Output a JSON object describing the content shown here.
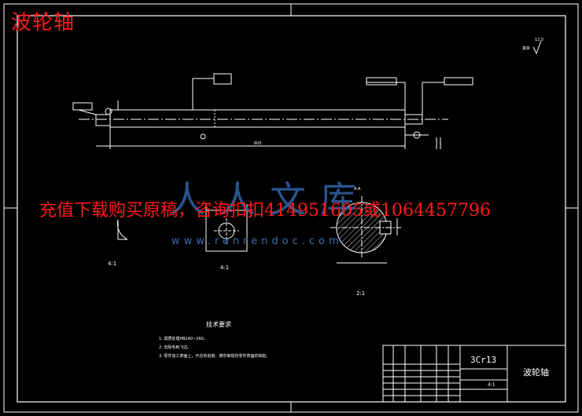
{
  "header": {
    "title": "波轮轴"
  },
  "watermark": {
    "text": "充值下载购买原稿，咨询扣扣414951605或1064457796",
    "cn": "人人文库",
    "url": "www.renrendoc.com"
  },
  "surface_finish": {
    "label": "其余",
    "value": "12.5"
  },
  "views": {
    "main_dim": "600",
    "detail_a_scale": "4:1",
    "detail_b_scale": "4:1",
    "section_scale": "2:1",
    "section_label": "A-A"
  },
  "tech_requirements": {
    "title": "技术要求",
    "items": [
      "1. 调质处理HB240~260。",
      "2. 去除毛刺飞边。",
      "3. 零件加工表面上，不应有划痕、擦伤等损伤零件表面的缺陷。"
    ]
  },
  "title_block": {
    "material": "3Cr13",
    "part_name": "波轮轴",
    "scale": "4:1"
  },
  "colors": {
    "line": "#ffffff",
    "title_red": "#ff1a1a",
    "watermark_blue": "#2c5f9e"
  }
}
